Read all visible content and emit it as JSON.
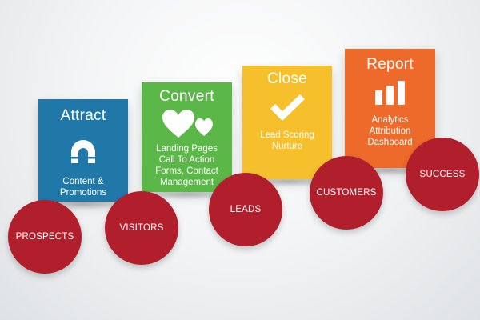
{
  "cards": [
    {
      "title": "Attract",
      "icon": "magnet-icon",
      "lines": [
        "Content &",
        "Promotions"
      ],
      "color": "#1f78a8"
    },
    {
      "title": "Convert",
      "icon": "hearts-icon",
      "lines": [
        "Landing Pages",
        "Call To Action",
        "Forms, Contact",
        "Management"
      ],
      "color": "#5bb747"
    },
    {
      "title": "Close",
      "icon": "checkmark-icon",
      "lines": [
        "Lead Scoring",
        "Nurture"
      ],
      "color": "#f5c02c"
    },
    {
      "title": "Report",
      "icon": "bar-chart-icon",
      "lines": [
        "Analytics",
        "Attribution",
        "Dashboard"
      ],
      "color": "#ed6a2a"
    }
  ],
  "stages": [
    {
      "label": "PROSPECTS"
    },
    {
      "label": "VISITORS"
    },
    {
      "label": "LEADS"
    },
    {
      "label": "CUSTOMERS"
    },
    {
      "label": "SUCCESS"
    }
  ],
  "colors": {
    "circle": "#b11f2c"
  }
}
